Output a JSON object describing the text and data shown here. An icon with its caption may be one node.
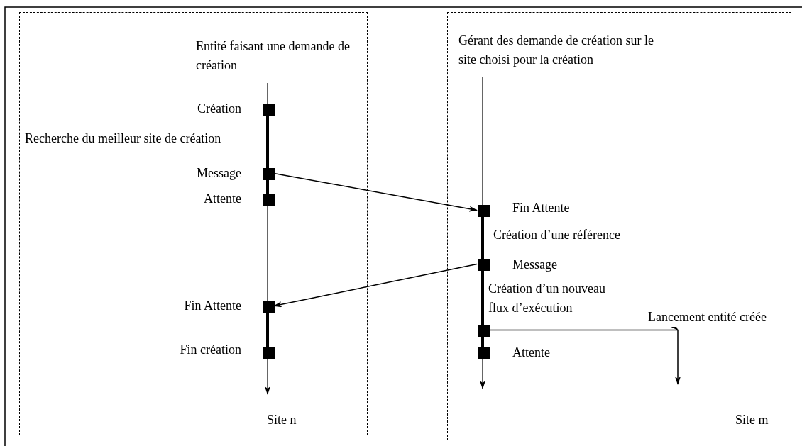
{
  "diagram": {
    "nodes": [
      {
        "text": [
          "Site n"
        ]
      },
      {
        "text": [
          "Site m"
        ]
      },
      {
        "text": [],
        "shape": "box",
        "in": 0,
        "beside": [
          "Création"
        ]
      },
      {
        "text": [],
        "shape": "box",
        "in": 0,
        "beside": [
          "Message"
        ]
      },
      {
        "text": [],
        "shape": "box",
        "in": 0,
        "beside": [
          "Attente"
        ]
      },
      {
        "text": [],
        "shape": "box",
        "in": 0,
        "beside": [
          "Fin Attente"
        ]
      },
      {
        "text": [],
        "shape": "box",
        "in": 0,
        "beside": [
          "Fin création"
        ]
      },
      {
        "text": [],
        "shape": "box",
        "in": 1,
        "beside": [
          "Fin Attente"
        ]
      },
      {
        "text": [],
        "shape": "box",
        "in": 1,
        "beside": [
          "Message"
        ]
      },
      {
        "text": [],
        "shape": "box",
        "in": 1
      },
      {
        "text": [],
        "shape": "box",
        "in": 1,
        "beside": [
          "Attente"
        ]
      }
    ],
    "edges": [
      {
        "from": 3,
        "to": 7,
        "arrow": "to"
      },
      {
        "from": 8,
        "to": 5,
        "arrow": "to"
      },
      {
        "from": 9,
        "to": null,
        "arrow": "to",
        "label": "Lancement entité créée"
      }
    ],
    "labels": [
      "Entité faisant une demande de création",
      "Recherche du meilleur site de création",
      "Gérant des demande de création sur le site choisi pour la création",
      "Création d’une référence",
      "Création d’un nouveau flux d’exécution"
    ]
  }
}
